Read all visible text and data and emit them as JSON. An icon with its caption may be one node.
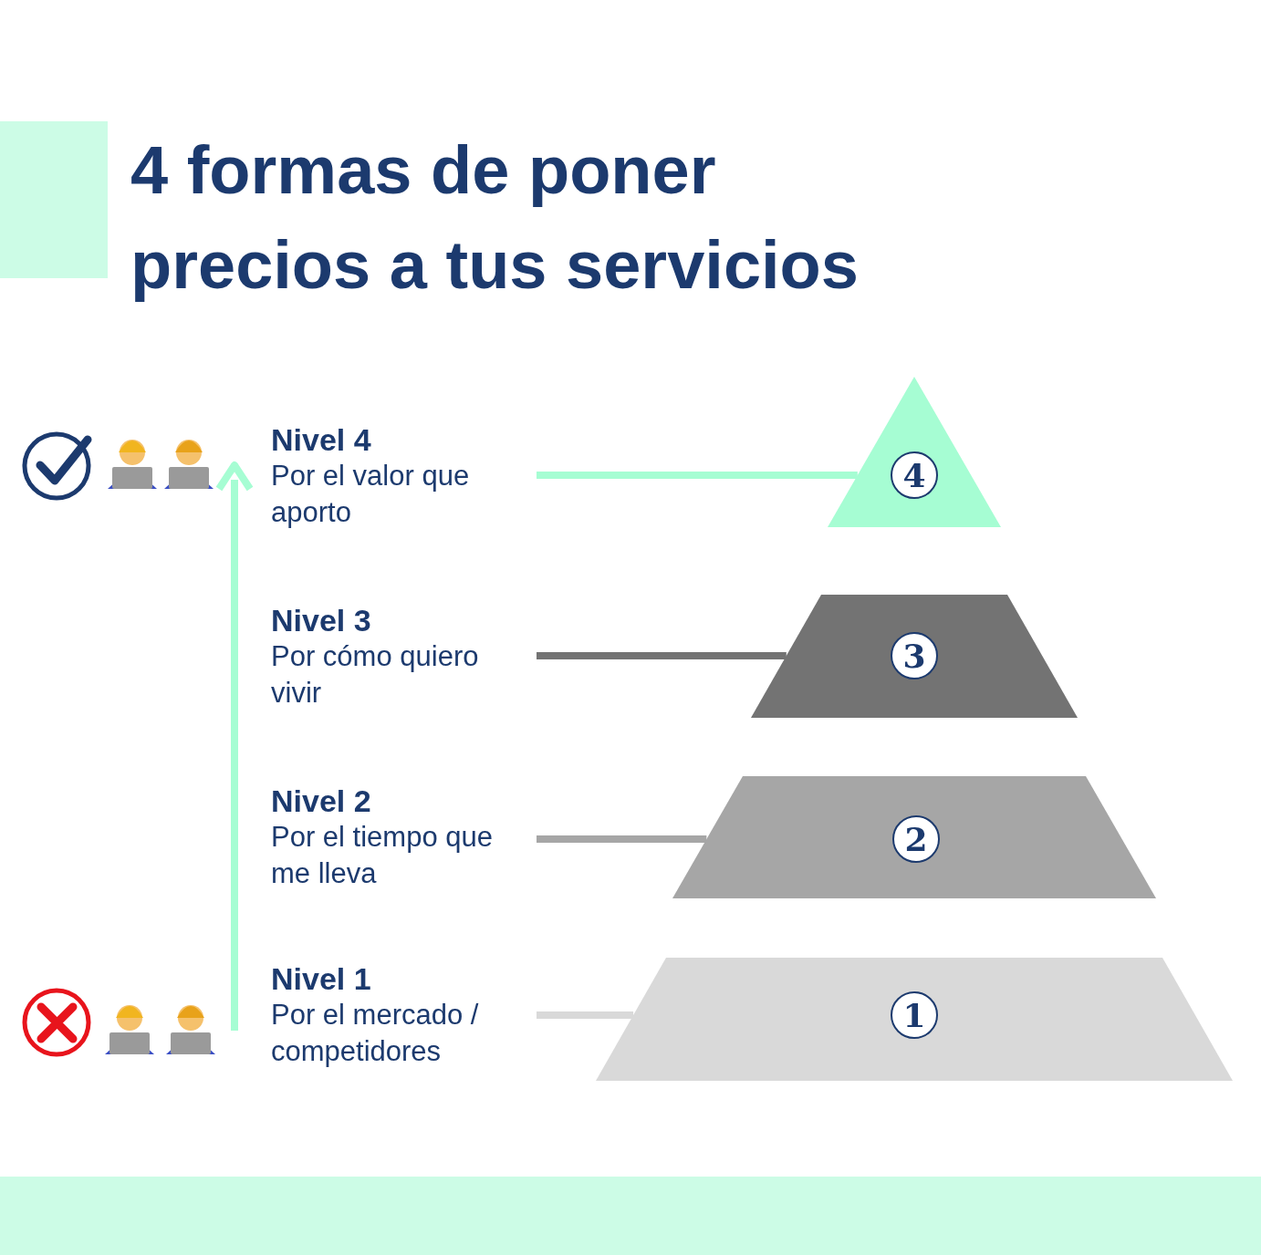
{
  "diagram": {
    "title": "4 formas de poner precios a tus servicios",
    "nodes": [
      {
        "text": [
          "Nivel 4",
          "Por el valor que aporto"
        ]
      },
      {
        "text": [
          "4"
        ]
      },
      {
        "text": [
          "Nivel 3",
          "Por cómo quiero vivir"
        ]
      },
      {
        "text": [
          "3"
        ]
      },
      {
        "text": [
          "Nivel 2",
          "Por el tiempo que me lleva"
        ]
      },
      {
        "text": [
          "2"
        ]
      },
      {
        "text": [
          "Nivel 1",
          "Por el mercado / competidores"
        ]
      },
      {
        "text": [
          "1"
        ]
      }
    ],
    "edges": [
      {
        "from": 0,
        "to": 1,
        "arrow": "none",
        "color": "#a6fdd3"
      },
      {
        "from": 2,
        "to": 3,
        "arrow": "none",
        "color": "#737373"
      },
      {
        "from": 4,
        "to": 5,
        "arrow": "none",
        "color": "#a6a6a6"
      },
      {
        "from": 6,
        "to": 7,
        "arrow": "none",
        "color": "#d9d9d9"
      }
    ]
  }
}
